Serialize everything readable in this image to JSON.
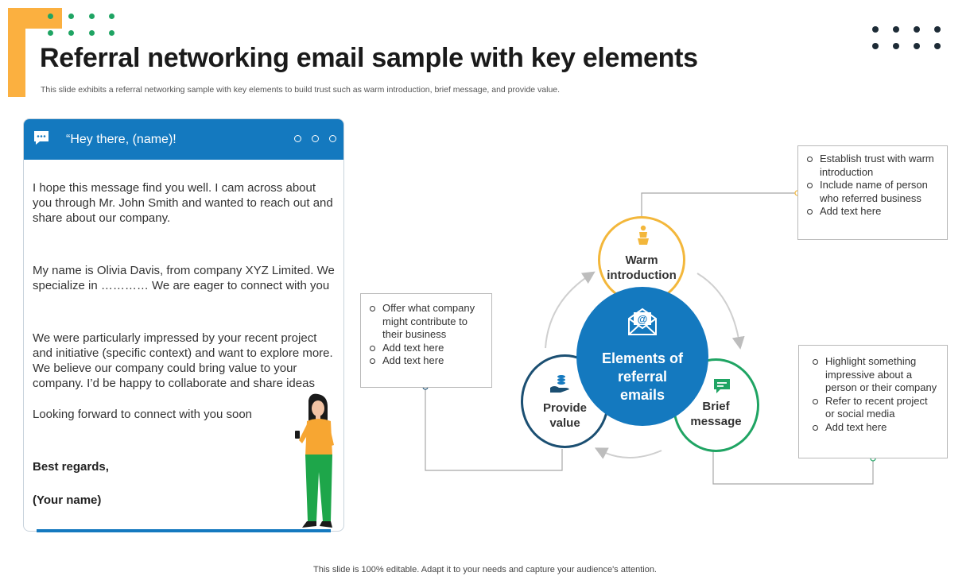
{
  "slide": {
    "title": "Referral networking email sample with key elements",
    "subtitle": "This slide exhibits a referral networking sample with key elements to build trust such as warm introduction, brief message, and provide value.",
    "footer": "This slide is 100% editable. Adapt it to your needs and capture your audience's attention."
  },
  "email": {
    "greeting": "“Hey there, (name)!",
    "paragraph1": "I hope this message find you well. I cam across about you through Mr. John Smith and wanted to reach out and share about our company.",
    "paragraph2": "My name is Olivia Davis, from company XYZ Limited. We specialize in ………… We are eager to connect with you",
    "paragraph3": "We were particularly impressed by your recent project and initiative (specific context) and want to explore more. We believe our company could bring value to your company. I’d be happy to collaborate and share ideas",
    "paragraph4": "Looking forward to connect with you soon",
    "signoff": "Best regards,",
    "signature": "(Your name)"
  },
  "diagram": {
    "center_label": [
      "Elements of",
      "referral",
      "emails"
    ],
    "warm": {
      "label": [
        "Warm",
        "introduction"
      ],
      "color": "#f3b73b"
    },
    "value": {
      "label": [
        "Provide",
        "value"
      ],
      "color": "#1b4f72"
    },
    "brief": {
      "label": [
        "Brief",
        "message"
      ],
      "color": "#1fa463"
    },
    "center_color": "#1479bf"
  },
  "notes": {
    "warm": [
      "Establish trust with warm introduction",
      "Include name of person who referred business",
      "Add text here"
    ],
    "value": [
      "Offer what company might contribute to their business",
      "Add text here",
      "Add text here"
    ],
    "brief": [
      "Highlight something impressive about a person or their company",
      "Refer to recent project or social media",
      "Add text here"
    ]
  },
  "icons": [
    "chat-bubble-icon",
    "more-options-icon",
    "presenter-icon",
    "email-envelope-icon",
    "hand-coins-icon",
    "message-icon",
    "woman-with-phone-illustration"
  ]
}
